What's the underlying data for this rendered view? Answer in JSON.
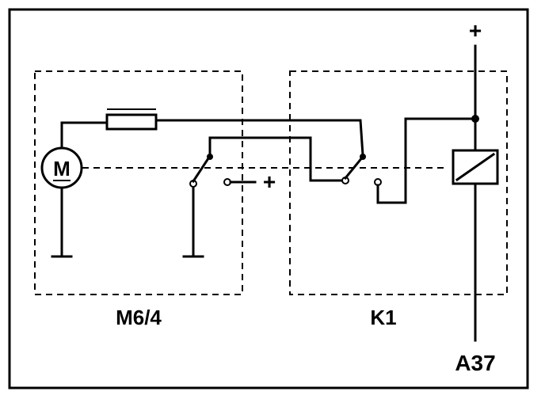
{
  "diagram": {
    "component_labels": {
      "motor_unit": "M6/4",
      "relay_unit": "K1",
      "connector": "A37"
    },
    "symbols": {
      "motor_letter": "M",
      "plus_sign": "+"
    }
  }
}
